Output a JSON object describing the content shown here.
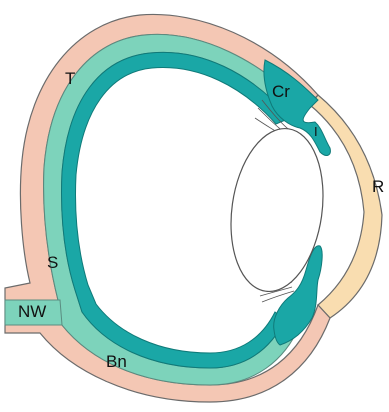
{
  "colors": {
    "background": "#ffffff",
    "outer_layer": "#f4c7b4",
    "middle_layer": "#7dd3bb",
    "inner_layer": "#1aa7a6",
    "cornea": "#f9ddb0",
    "outline": "#6b6b6b"
  },
  "labels": {
    "T": "T",
    "Cr": "Cr",
    "I": "I",
    "R": "R",
    "S": "S",
    "NW": "NW",
    "Bn": "Bn"
  }
}
